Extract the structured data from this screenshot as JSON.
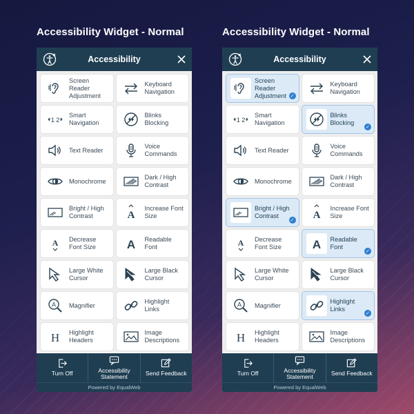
{
  "captions": {
    "left": "Accessibility Widget - Normal",
    "right": "Accessibility Widget - Normal"
  },
  "widget": {
    "title": "Accessibility",
    "powered_by": "Powered by EqualWeb",
    "footer": {
      "turn_off": "Turn Off",
      "statement": "Accessibility Statement",
      "feedback": "Send Feedback"
    }
  },
  "tiles": [
    {
      "label": "Screen Reader Adjustment",
      "icon": "ear-icon"
    },
    {
      "label": "Keyboard Navigation",
      "icon": "keyboard-arrows-icon"
    },
    {
      "label": "Smart Navigation",
      "icon": "smart-nav-icon"
    },
    {
      "label": "Blinks Blocking",
      "icon": "blink-block-icon"
    },
    {
      "label": "Text Reader",
      "icon": "speaker-icon"
    },
    {
      "label": "Voice Commands",
      "icon": "microphone-icon"
    },
    {
      "label": "Monochrome",
      "icon": "eye-icon"
    },
    {
      "label": "Dark / High Contrast",
      "icon": "contrast-icon"
    },
    {
      "label": "Bright / High Contrast",
      "icon": "bright-contrast-icon"
    },
    {
      "label": "Increase Font Size",
      "icon": "font-increase-icon"
    },
    {
      "label": "Decrease Font Size",
      "icon": "font-decrease-icon"
    },
    {
      "label": "Readable Font",
      "icon": "readable-font-icon"
    },
    {
      "label": "Large White Cursor",
      "icon": "white-cursor-icon"
    },
    {
      "label": "Large Black Cursor",
      "icon": "black-cursor-icon"
    },
    {
      "label": "Magnifier",
      "icon": "magnifier-icon"
    },
    {
      "label": "Highlight Links",
      "icon": "link-icon"
    },
    {
      "label": "Highlight Headers",
      "icon": "header-icon"
    },
    {
      "label": "Image Descriptions",
      "icon": "image-description-icon"
    }
  ],
  "right_active": [
    0,
    3,
    8,
    11,
    15
  ],
  "colors": {
    "header": "#1f3e52",
    "active_bg": "#dceaf7",
    "check": "#2f7fd1"
  }
}
